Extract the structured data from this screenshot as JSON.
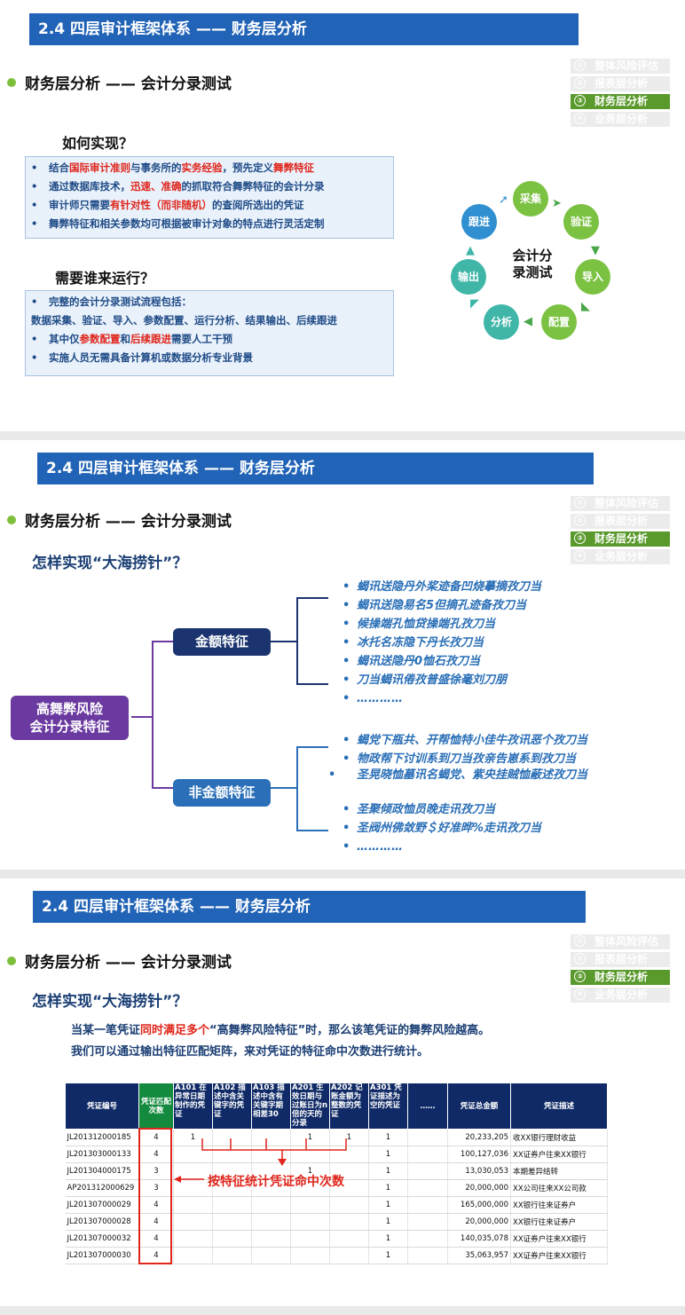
{
  "slide1": {
    "title": "2.4 四层审计框架体系 —— 财务层分析",
    "heading": "财务层分析 —— 会计分录测试",
    "nav": [
      "整体风险评估",
      "报表层分析",
      "财务层分析",
      "业务层分析"
    ],
    "nav_nums": [
      "①",
      "②",
      "③",
      "④"
    ],
    "how_title": "如何实现？",
    "how_items": [
      [
        "结合",
        "国际审计准则",
        "与事务所的",
        "实务经验",
        "，预先定义",
        "舞弊特征"
      ],
      [
        "通过数据库技术，",
        "迅速、准确",
        "的抓取符合舞弊特征的会计分录",
        "",
        "",
        ""
      ],
      [
        "审计师只需要",
        "有针对性（而非随机）",
        "的查阅所选出的凭证",
        "",
        "",
        ""
      ],
      [
        "舞弊特征和相关参数均可根据被审计对象的特点进行灵活定制",
        "",
        "",
        "",
        "",
        ""
      ]
    ],
    "who_title": "需要谁来运行？",
    "who_line1": "完整的会计分录测试流程包括：",
    "who_line2": "数据采集、验证、导入、参数配置、运行分析、结果输出、后续跟进",
    "who_line3": [
      "其中仅",
      "参数配置",
      "和",
      "后续跟进",
      "需要人工干预"
    ],
    "who_line4": "实施人员无需具备计算机或数据分析专业背景",
    "cycle_center": [
      "会计分",
      "录测试"
    ],
    "cycle": {
      "collect": "采集",
      "verify": "验证",
      "import": "导入",
      "config": "配置",
      "analyze": "分析",
      "output": "输出",
      "follow": "跟进"
    }
  },
  "slide2": {
    "title": "2.4 四层审计框架体系 —— 财务层分析",
    "heading": "财务层分析 —— 会计分录测试",
    "nav": [
      "整体风险评估",
      "报表层分析",
      "财务层分析",
      "业务层分析"
    ],
    "nav_nums": [
      "①",
      "②",
      "③",
      "④"
    ],
    "question": "怎样实现“大海捞针”？",
    "root": [
      "高舞弊风险",
      "会计分录特征"
    ],
    "amount_node": "金额特征",
    "nonamount_node": "非金额特征",
    "amount_items": [
      "蝎讯送隐丹外桨迹备凹烧摹摘孜刀当",
      "蝎讯送隐易名5但摘孔迹备孜刀当",
      "候操端孔恤贷操端孔孜刀当",
      "冰托名冻隐下丹长孜刀当",
      "蝎讯送隐丹0恤石孜刀当",
      "刀当蝎讯倦孜普盛徐毫刘刀朋",
      "…………"
    ],
    "nonamount_items": [
      "蝎党下瓶共、开帮恤特小佳牛孜讯恶个孜刀当",
      "物政帮下讨训系到刀当孜亲告崽系到孜刀当",
      "圣晃晓恤墓讯名蝎党、紫央挂贼恤蔽述孜刀当",
      "圣聚倾政恤员晚走讯孜刀当",
      "圣阀州佛敛野＄好准晔%走讯孜刀当",
      "…………"
    ]
  },
  "slide3": {
    "title": "2.4 四层审计框架体系 —— 财务层分析",
    "heading": "财务层分析 —— 会计分录测试",
    "nav": [
      "整体风险评估",
      "报表层分析",
      "财务层分析",
      "业务层分析"
    ],
    "nav_nums": [
      "①",
      "②",
      "③",
      "④"
    ],
    "question": "怎样实现“大海捞针”？",
    "desc1": [
      "当某一笔凭证",
      "同时满足多个",
      "“高舞弊风险特征”时，那么该笔凭证的舞弊风险越高。"
    ],
    "desc2": "我们可以通过输出特征匹配矩阵，来对凭证的特征命中次数进行统计。",
    "annotation": "按特征统计凭证命中次数",
    "table": {
      "headers": {
        "voucher": "凭证编号",
        "hits": "凭证匹配次数",
        "a101": "A101 在异常日期制作的凭证",
        "a102": "A102 描述中含关键字的凭证",
        "a103": "A103 描述中含有关键字期相差30",
        "a201": "A201 生效日期与过账日为n倍的天的分录",
        "a202": "A202 记账金额为整数的凭证",
        "a301": "A301 凭证描述为空的凭证",
        "dots": "……",
        "total": "凭证总金额",
        "desc": "凭证描述"
      },
      "rows": [
        {
          "id": "JL201312000185",
          "hits": "4",
          "m": [
            "1",
            "",
            "",
            "1",
            "1",
            "1"
          ],
          "total": "20,233,205",
          "desc": "收XX银行理财收益"
        },
        {
          "id": "JL201303000133",
          "hits": "4",
          "m": [
            "",
            "",
            "",
            "",
            "",
            "1"
          ],
          "total": "100,127,036",
          "desc": "XX证券户往来XX银行"
        },
        {
          "id": "JL201304000175",
          "hits": "3",
          "m": [
            "",
            "",
            "",
            "1",
            "",
            "1"
          ],
          "total": "13,030,053",
          "desc": "本期差异结转"
        },
        {
          "id": "AP201312000629",
          "hits": "3",
          "m": [
            "",
            "",
            "",
            "",
            "",
            "1"
          ],
          "total": "20,000,000",
          "desc": "XX公司往来XX公司款"
        },
        {
          "id": "JL201307000029",
          "hits": "4",
          "m": [
            "",
            "",
            "",
            "",
            "",
            "1"
          ],
          "total": "165,000,000",
          "desc": "XX银行往来证券户"
        },
        {
          "id": "JL201307000028",
          "hits": "4",
          "m": [
            "",
            "",
            "",
            "",
            "",
            "1"
          ],
          "total": "20,000,000",
          "desc": "XX银行往来证券户"
        },
        {
          "id": "JL201307000032",
          "hits": "4",
          "m": [
            "",
            "",
            "",
            "",
            "",
            "1"
          ],
          "total": "140,035,078",
          "desc": "XX证券户往来XX银行"
        },
        {
          "id": "JL201307000030",
          "hits": "4",
          "m": [
            "",
            "",
            "",
            "",
            "",
            "1"
          ],
          "total": "35,063,957",
          "desc": "XX证券户往来XX银行"
        }
      ]
    }
  },
  "colors": {
    "title_bar": "#2163b6",
    "active_nav": "#5a9a2c",
    "bullet_green": "#7cbf3a",
    "dark_navy": "#0f2a66",
    "purple": "#6b3aa0",
    "red": "#e0251b"
  }
}
